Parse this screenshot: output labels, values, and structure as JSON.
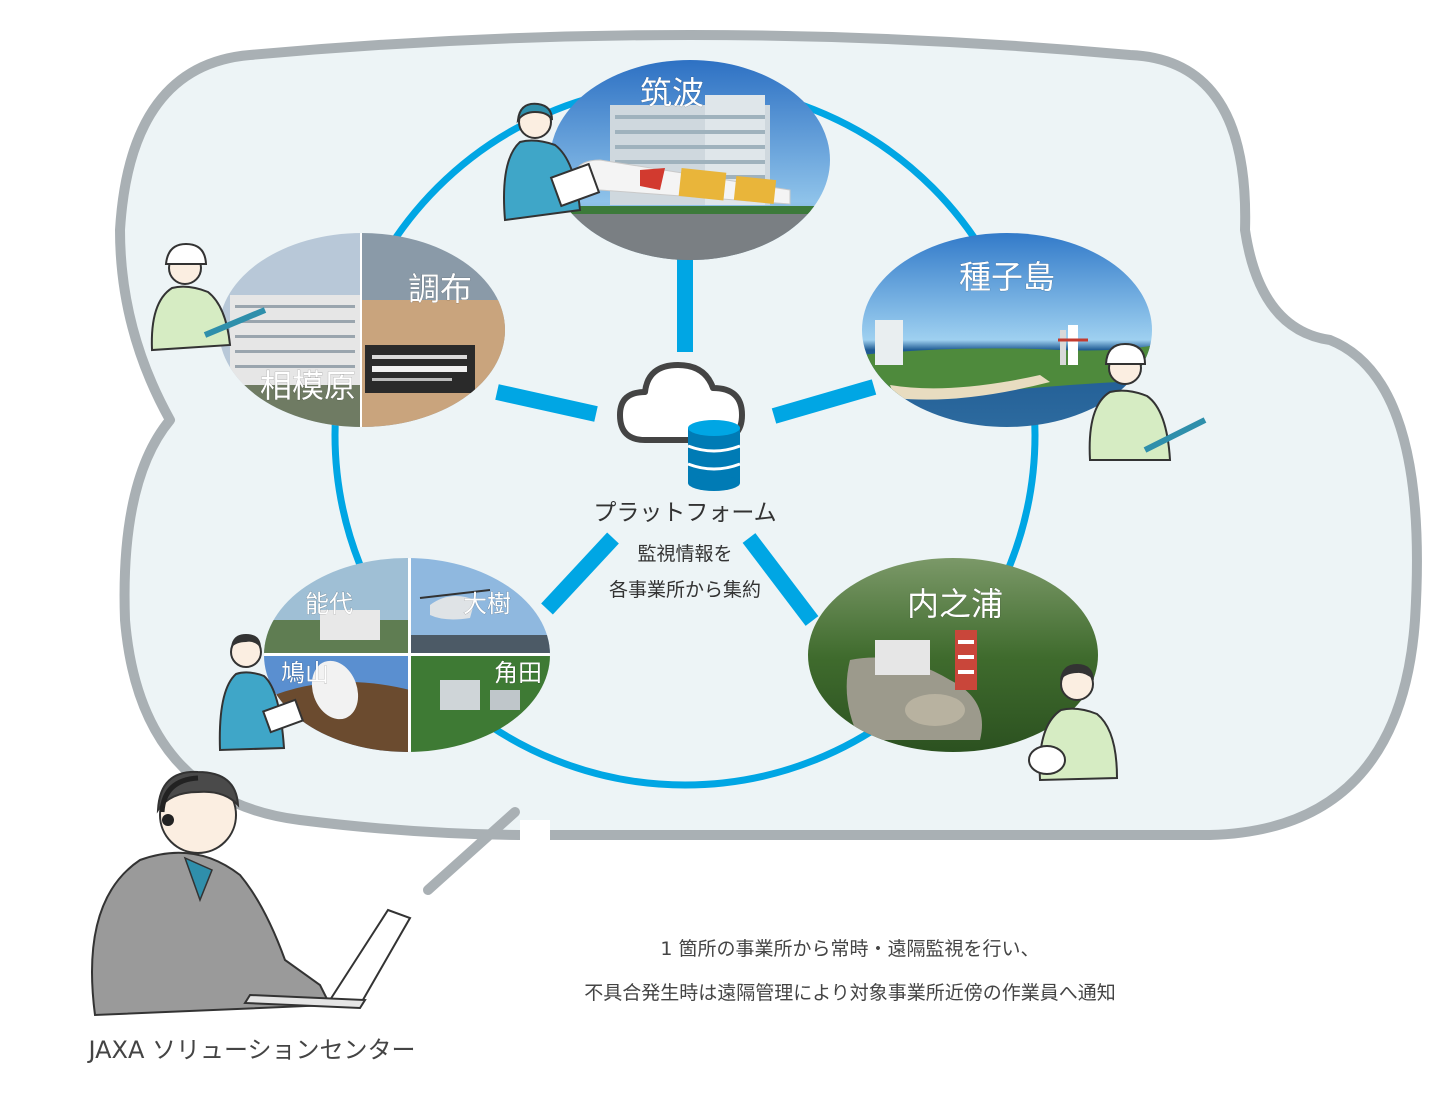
{
  "platform": {
    "label": "プラットフォーム",
    "desc_line1": "監視情報を",
    "desc_line2": "各事業所から集約"
  },
  "sites": {
    "tsukuba": "筑波",
    "tanegashima": "種子島",
    "chofu": "調布",
    "sagamihara": "相模原",
    "noshiro": "能代",
    "taiki": "大樹",
    "hatoyama": "鳩山",
    "kakuda": "角田",
    "uchinoura": "内之浦"
  },
  "caption": {
    "line1": "1 箇所の事業所から常時・遠隔監視を行い、",
    "line2": "不具合発生時は遠隔管理により対象事業所近傍の作業員へ通知"
  },
  "operator_label": "JAXA ソリューションセンター",
  "colors": {
    "ring": "#00a6e4",
    "cloud_fill": "#edf4f6",
    "cloud_stroke": "#a9b0b4",
    "worker_green": "#d6ecc3",
    "worker_blue": "#3fa6c8"
  }
}
